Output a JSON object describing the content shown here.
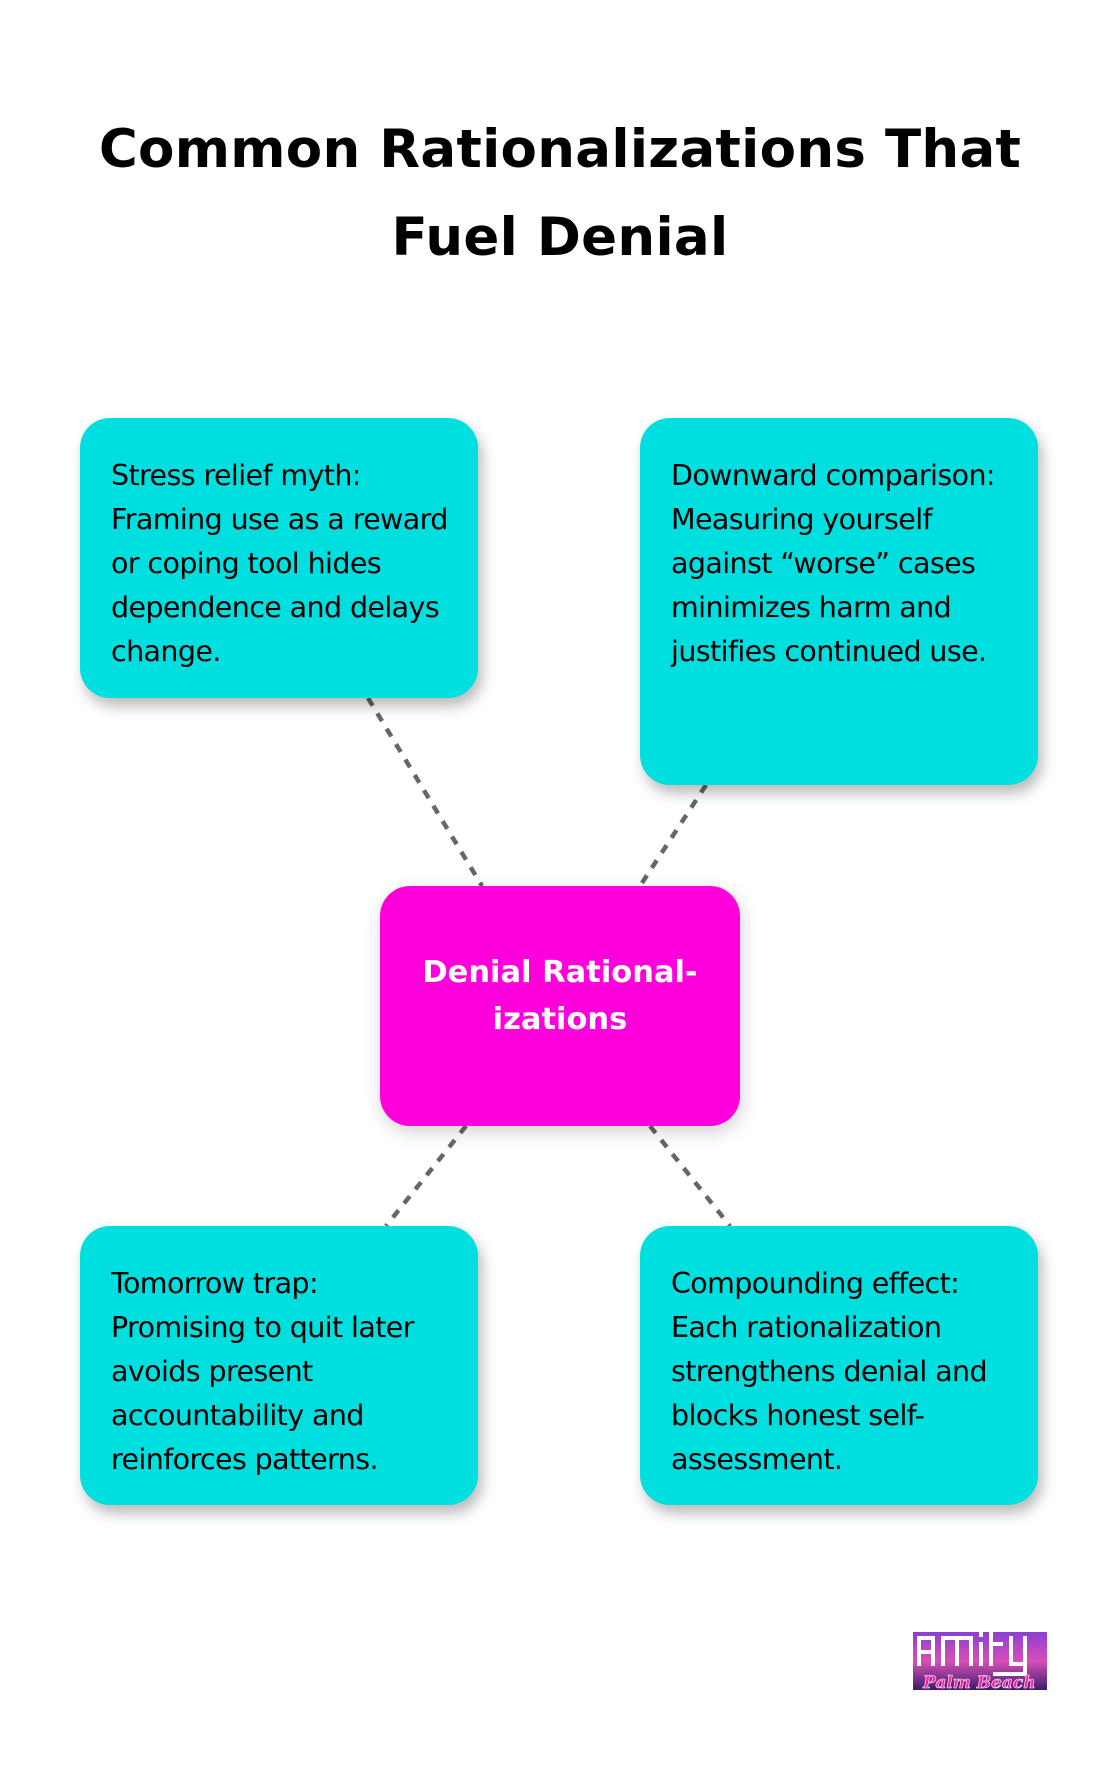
{
  "title": {
    "line1": "Common Rationalizations That",
    "line2": "Fuel Denial"
  },
  "center_node": {
    "label": "Denial Rational-izations",
    "color": "#ff00dd"
  },
  "nodes": [
    {
      "position": "top-left",
      "text": "Stress relief myth: Framing use as a reward or coping tool hides dependence and delays change."
    },
    {
      "position": "top-right",
      "text": "Downward comparison: Measuring yourself against “worse” cases minimizes harm and justifies continued use."
    },
    {
      "position": "bottom-left",
      "text": "Tomorrow trap: Promising to quit later avoids present accountability and reinforces patterns."
    },
    {
      "position": "bottom-right",
      "text": "Compounding effect: Each rationalization strengthens denial and blocks honest self-assessment."
    }
  ],
  "node_color": "#00dfdf",
  "connector_color": "#666666",
  "logo": {
    "brand": "amity",
    "tagline": "Palm Beach",
    "icon": "amity-palm-beach-logo"
  }
}
